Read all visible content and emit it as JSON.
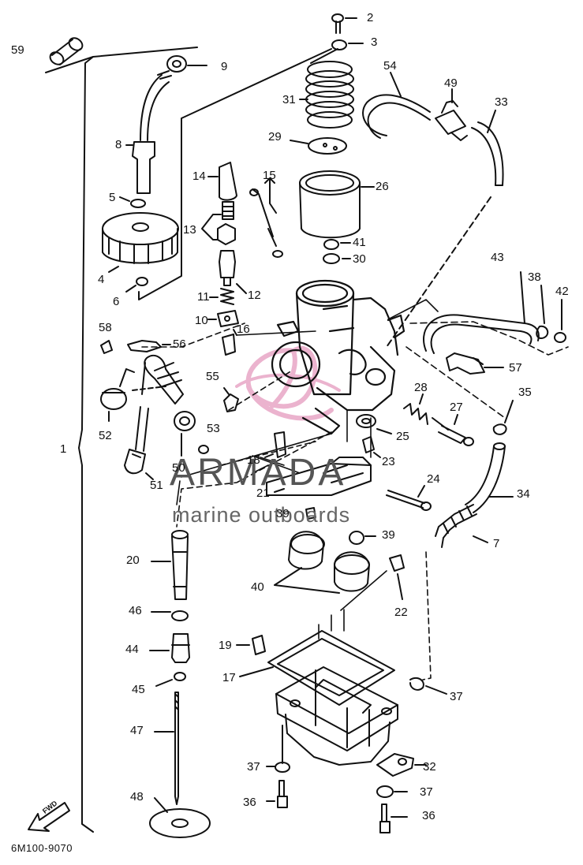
{
  "diagram": {
    "callouts": [
      {
        "id": "c59",
        "text": "59"
      },
      {
        "id": "c9",
        "text": "9"
      },
      {
        "id": "c2",
        "text": "2"
      },
      {
        "id": "c3",
        "text": "3"
      },
      {
        "id": "c54",
        "text": "54"
      },
      {
        "id": "c49",
        "text": "49"
      },
      {
        "id": "c33",
        "text": "33"
      },
      {
        "id": "c31",
        "text": "31"
      },
      {
        "id": "c8",
        "text": "8"
      },
      {
        "id": "c29",
        "text": "29"
      },
      {
        "id": "c14",
        "text": "14"
      },
      {
        "id": "c15",
        "text": "15"
      },
      {
        "id": "c26",
        "text": "26"
      },
      {
        "id": "c5",
        "text": "5"
      },
      {
        "id": "c13",
        "text": "13"
      },
      {
        "id": "c41",
        "text": "41"
      },
      {
        "id": "c30",
        "text": "30"
      },
      {
        "id": "c43",
        "text": "43"
      },
      {
        "id": "c4",
        "text": "4"
      },
      {
        "id": "c12",
        "text": "12"
      },
      {
        "id": "c38",
        "text": "38"
      },
      {
        "id": "c42",
        "text": "42"
      },
      {
        "id": "c6",
        "text": "6"
      },
      {
        "id": "c11",
        "text": "11"
      },
      {
        "id": "c10",
        "text": "10"
      },
      {
        "id": "c58",
        "text": "58"
      },
      {
        "id": "c16",
        "text": "16"
      },
      {
        "id": "c56",
        "text": "56"
      },
      {
        "id": "c57",
        "text": "57"
      },
      {
        "id": "c55",
        "text": "55"
      },
      {
        "id": "c28",
        "text": "28"
      },
      {
        "id": "c35",
        "text": "35"
      },
      {
        "id": "c27",
        "text": "27"
      },
      {
        "id": "c52",
        "text": "52"
      },
      {
        "id": "c53",
        "text": "53"
      },
      {
        "id": "c25",
        "text": "25"
      },
      {
        "id": "c1",
        "text": "1"
      },
      {
        "id": "c18",
        "text": "18"
      },
      {
        "id": "c23",
        "text": "23"
      },
      {
        "id": "c50",
        "text": "50"
      },
      {
        "id": "c24",
        "text": "24"
      },
      {
        "id": "c51",
        "text": "51"
      },
      {
        "id": "c21",
        "text": "21"
      },
      {
        "id": "c34",
        "text": "34"
      },
      {
        "id": "c39a",
        "text": "39"
      },
      {
        "id": "c39b",
        "text": "39"
      },
      {
        "id": "c7",
        "text": "7"
      },
      {
        "id": "c20",
        "text": "20"
      },
      {
        "id": "c40",
        "text": "40"
      },
      {
        "id": "c46",
        "text": "46"
      },
      {
        "id": "c22",
        "text": "22"
      },
      {
        "id": "c44",
        "text": "44"
      },
      {
        "id": "c19",
        "text": "19"
      },
      {
        "id": "c17",
        "text": "17"
      },
      {
        "id": "c45",
        "text": "45"
      },
      {
        "id": "c37a",
        "text": "37"
      },
      {
        "id": "c47",
        "text": "47"
      },
      {
        "id": "c37b",
        "text": "37"
      },
      {
        "id": "c32",
        "text": "32"
      },
      {
        "id": "c36a",
        "text": "36"
      },
      {
        "id": "c48",
        "text": "48"
      },
      {
        "id": "c37c",
        "text": "37"
      },
      {
        "id": "c36b",
        "text": "36"
      }
    ],
    "part_number": "6M100-9070",
    "forward_marker": "FWD",
    "watermark": {
      "name": "ARMADA",
      "tagline": "marine outboards",
      "logo_color": "#e6a3c4"
    },
    "line_color": "#111111"
  }
}
